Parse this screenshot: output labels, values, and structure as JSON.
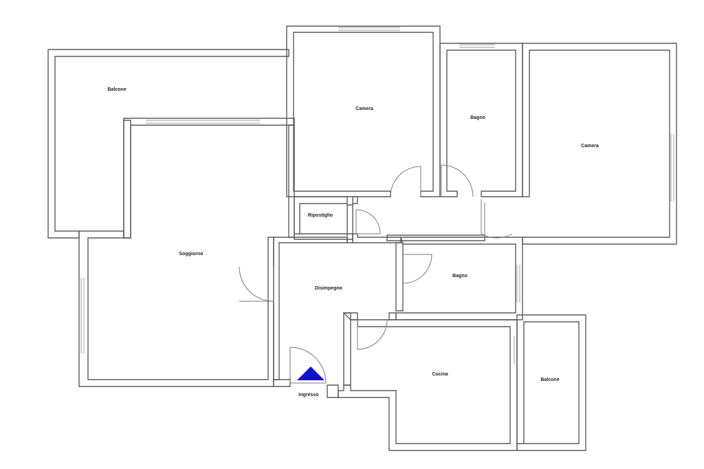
{
  "rooms": {
    "balcone_top": "Balcone",
    "camera_center": "Camera",
    "bagno_top": "Bagno",
    "camera_right": "Camera",
    "ripostiglio": "Ripostiglio",
    "soggiorno": "Soggiorno",
    "disimpegno": "Disimpegno",
    "bagno_mid": "Bagno",
    "cucina": "Cucina",
    "balcone_right": "Balcone",
    "ingresso": "Ingresso"
  },
  "colors": {
    "entrance_marker": "#1010cc",
    "walls": "#5a5a5a"
  },
  "icons": {
    "entrance": "entrance-triangle-icon"
  }
}
